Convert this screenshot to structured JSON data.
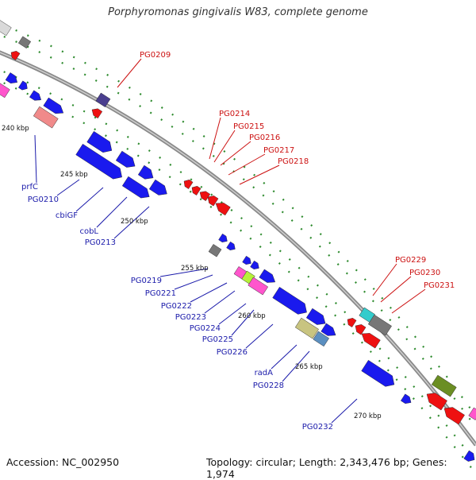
{
  "title": "Porphyromonas gingivalis W83, complete genome",
  "footer": {
    "accession": "Accession: NC_002950",
    "summary": "Topology: circular; Length: 2,343,476 bp; Genes: 1,974"
  },
  "colors": {
    "backbone": "#8a8a8a",
    "tick": "#2e8b2e",
    "forward_gene": "#1a1aee",
    "reverse_gene": "#ee1111",
    "forward_label": "#1a1aaa",
    "reverse_label": "#cc1111",
    "rna": "#ff55cc",
    "other": "#777777"
  },
  "scale_labels": [
    "240 kbp",
    "245 kbp",
    "250 kbp",
    "255 kbp",
    "260 kbp",
    "265 kbp",
    "270 kbp"
  ],
  "forward_labels": [
    "prfC",
    "PG0210",
    "cbiGF",
    "cobL",
    "PG0213",
    "PG0219",
    "PG0221",
    "PG0222",
    "PG0223",
    "PG0224",
    "PG0225",
    "PG0226",
    "radA",
    "PG0228",
    "PG0232"
  ],
  "reverse_labels": [
    "PG0209",
    "PG0214",
    "PG0215",
    "PG0216",
    "PG0217",
    "PG0218",
    "PG0229",
    "PG0230",
    "PG0231"
  ]
}
